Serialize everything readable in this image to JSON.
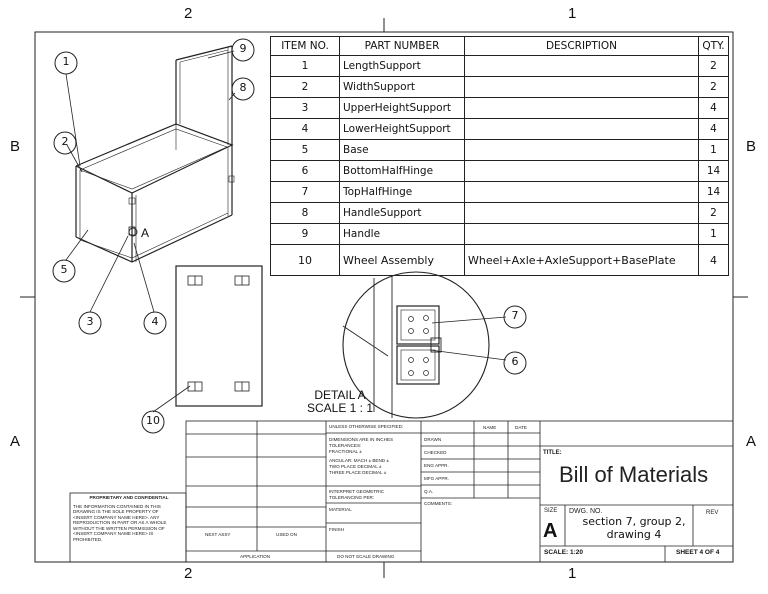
{
  "border_zones": {
    "top_left": "2",
    "top_right": "1",
    "bottom_left": "2",
    "bottom_right": "1",
    "left_top": "B",
    "left_bottom": "A",
    "right_top": "B",
    "right_bottom": "A"
  },
  "balloons": [
    "1",
    "2",
    "3",
    "4",
    "5",
    "8",
    "9",
    "10",
    "6",
    "7"
  ],
  "view_label": "A",
  "detail": {
    "title": "DETAIL A",
    "scale": "SCALE 1 : 1"
  },
  "bom": {
    "headers": [
      "ITEM NO.",
      "PART NUMBER",
      "DESCRIPTION",
      "QTY."
    ],
    "rows": [
      {
        "item": "1",
        "part": "LengthSupport",
        "desc": "",
        "qty": "2"
      },
      {
        "item": "2",
        "part": "WidthSupport",
        "desc": "",
        "qty": "2"
      },
      {
        "item": "3",
        "part": "UpperHeightSupport",
        "desc": "",
        "qty": "4"
      },
      {
        "item": "4",
        "part": "LowerHeightSupport",
        "desc": "",
        "qty": "4"
      },
      {
        "item": "5",
        "part": "Base",
        "desc": "",
        "qty": "1"
      },
      {
        "item": "6",
        "part": "BottomHalfHinge",
        "desc": "",
        "qty": "14"
      },
      {
        "item": "7",
        "part": "TopHalfHinge",
        "desc": "",
        "qty": "14"
      },
      {
        "item": "8",
        "part": "HandleSupport",
        "desc": "",
        "qty": "2"
      },
      {
        "item": "9",
        "part": "Handle",
        "desc": "",
        "qty": "1"
      },
      {
        "item": "10",
        "part": "Wheel Assembly",
        "desc": "Wheel+Axle+AxleSupport+BasePlate",
        "qty": "4"
      }
    ]
  },
  "title_block": {
    "unless": "UNLESS OTHERWISE SPECIFIED:",
    "dims": "DIMENSIONS ARE IN INCHES",
    "tol": "TOLERANCES:",
    "frac": "FRACTIONAL ±",
    "ang": "ANGULAR: MACH ±   BEND ±",
    "two": "TWO PLACE DECIMAL   ±",
    "three": "THREE PLACE DECIMAL  ±",
    "interp": "INTERPRET GEOMETRIC",
    "tolper": "TOLERANCING PER:",
    "material": "MATERIAL",
    "finish": "FINISH",
    "next_assy": "NEXT ASSY",
    "used_on": "USED ON",
    "application": "APPLICATION",
    "do_not_scale": "DO NOT SCALE DRAWING",
    "name": "NAME",
    "date": "DATE",
    "drawn": "DRAWN",
    "checked": "CHECKED",
    "eng_appr": "ENG APPR.",
    "mfg_appr": "MFG APPR.",
    "qa": "Q.A.",
    "comments": "COMMENTS:",
    "title_label": "TITLE:",
    "title": "Bill of Materials",
    "size_label": "SIZE",
    "size": "A",
    "dwg_label": "DWG.  NO.",
    "dwg_line1": "section 7, group 2,",
    "dwg_line2": "drawing 4",
    "rev_label": "REV",
    "scale": "SCALE: 1:20",
    "sheet": "SHEET 4 OF 4",
    "proprietary_title": "PROPRIETARY AND CONFIDENTIAL",
    "proprietary_lines": [
      "THE INFORMATION CONTAINED IN THIS",
      "DRAWING IS THE SOLE PROPERTY OF",
      "<INSERT COMPANY NAME HERE>.  ANY",
      "REPRODUCTION IN PART OR AS A WHOLE",
      "WITHOUT THE WRITTEN PERMISSION OF",
      "<INSERT COMPANY NAME HERE> IS",
      "PROHIBITED."
    ]
  }
}
